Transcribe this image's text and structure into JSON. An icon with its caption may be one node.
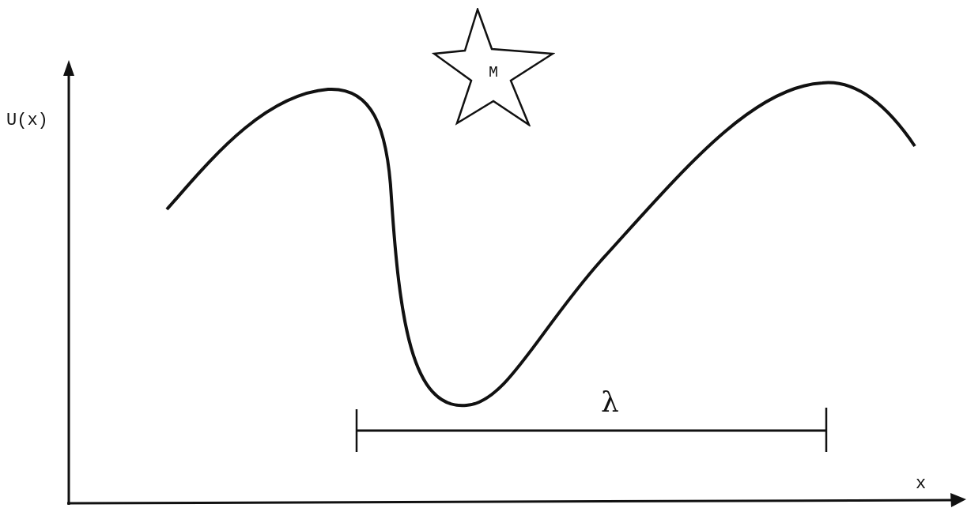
{
  "diagram": {
    "nodes": [
      {
        "text": [
          "M"
        ]
      }
    ],
    "labels": [
      "U(x)",
      "λ",
      "x"
    ]
  }
}
